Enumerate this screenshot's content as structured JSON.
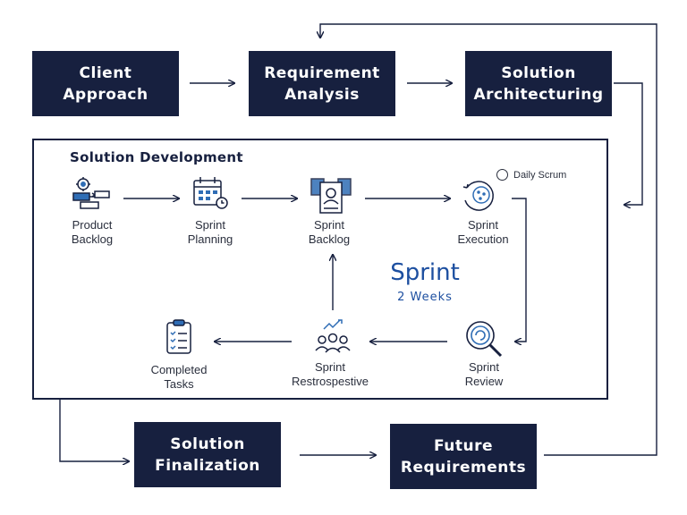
{
  "top_boxes": {
    "client": [
      "Client",
      "Approach"
    ],
    "requirement": [
      "Requirement",
      "Analysis"
    ],
    "architecture": [
      "Solution",
      "Architecturing"
    ]
  },
  "bottom_boxes": {
    "finalization": [
      "Solution",
      "Finalization"
    ],
    "future": [
      "Future",
      "Requirements"
    ]
  },
  "development": {
    "title": "Solution Development",
    "sprint_title": "Sprint",
    "sprint_duration": "2 Weeks",
    "daily_scrum": "Daily Scrum",
    "steps": {
      "product_backlog": [
        "Product",
        "Backlog"
      ],
      "sprint_planning": [
        "Sprint",
        "Planning"
      ],
      "sprint_backlog": [
        "Sprint",
        "Backlog"
      ],
      "sprint_execution": [
        "Sprint",
        "Execution"
      ],
      "sprint_review": [
        "Sprint",
        "Review"
      ],
      "sprint_retrospective": [
        "Sprint",
        "Restrospestive"
      ],
      "completed_tasks": [
        "Completed",
        "Tasks"
      ]
    }
  },
  "colors": {
    "navy": "#17203f",
    "icon_blue": "#2f6db5",
    "sprint_blue": "#1d4fa0"
  }
}
